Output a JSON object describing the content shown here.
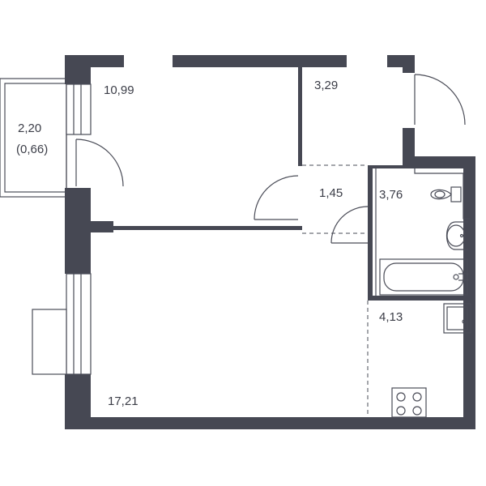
{
  "floorplan": {
    "colors": {
      "wall": "#464853",
      "line": "#4a4c57",
      "text": "#3b3d47",
      "background": "#ffffff"
    },
    "rooms": [
      {
        "id": "bedroom",
        "area": "10,99"
      },
      {
        "id": "hall",
        "area": "3,29"
      },
      {
        "id": "corridor",
        "area": "1,45"
      },
      {
        "id": "bathroom",
        "area": "3,76"
      },
      {
        "id": "kitchen",
        "area": "4,13"
      },
      {
        "id": "living",
        "area": "17,21"
      },
      {
        "id": "balcony",
        "area": "2,20",
        "reduced_area": "(0,66)"
      }
    ]
  }
}
